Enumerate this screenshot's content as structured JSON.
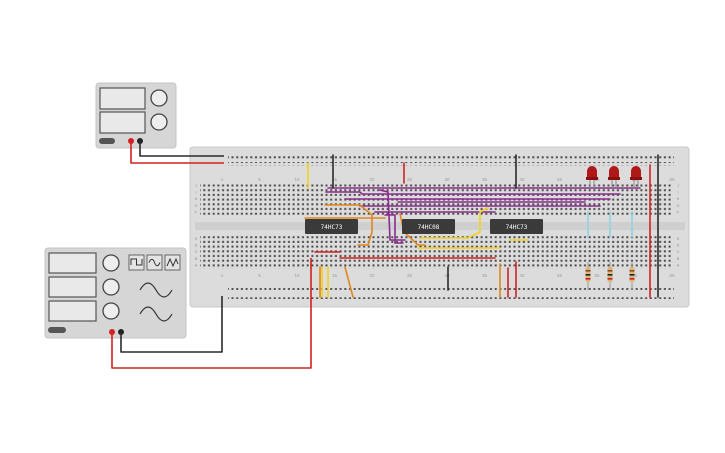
{
  "colors": {
    "board": "#dcdcdc",
    "instrument": "#d6d6d6",
    "screen": "#e9e9e9",
    "chip": "#3a3a3a",
    "led": "#b01818",
    "wire_red": "#d42020",
    "wire_black": "#2a2a2a",
    "wire_purple": "#8b2b8f",
    "wire_orange": "#e0861b",
    "wire_yellow": "#f2d21c",
    "wire_blue": "#8fd2e0"
  },
  "breadboard": {
    "column_numbers": [
      "1",
      "5",
      "10",
      "15",
      "20",
      "25",
      "30",
      "35",
      "40",
      "45",
      "50",
      "55",
      "60"
    ],
    "row_letters_top": [
      "J",
      "I",
      "H",
      "G",
      "F"
    ],
    "row_letters_bottom": [
      "E",
      "D",
      "C",
      "B",
      "A"
    ]
  },
  "chips": [
    {
      "id": "chip1",
      "label": "74HC73"
    },
    {
      "id": "chip2",
      "label": "74HC08"
    },
    {
      "id": "chip3",
      "label": "74HC73"
    }
  ],
  "instruments": {
    "power_supply": {
      "name": "power-supply"
    },
    "function_generator": {
      "name": "function-generator",
      "waveforms": [
        "square-wave-icon",
        "sine-wave-icon",
        "triangle-wave-icon"
      ]
    }
  },
  "leds": {
    "count": 3
  },
  "resistors": {
    "count": 3
  }
}
